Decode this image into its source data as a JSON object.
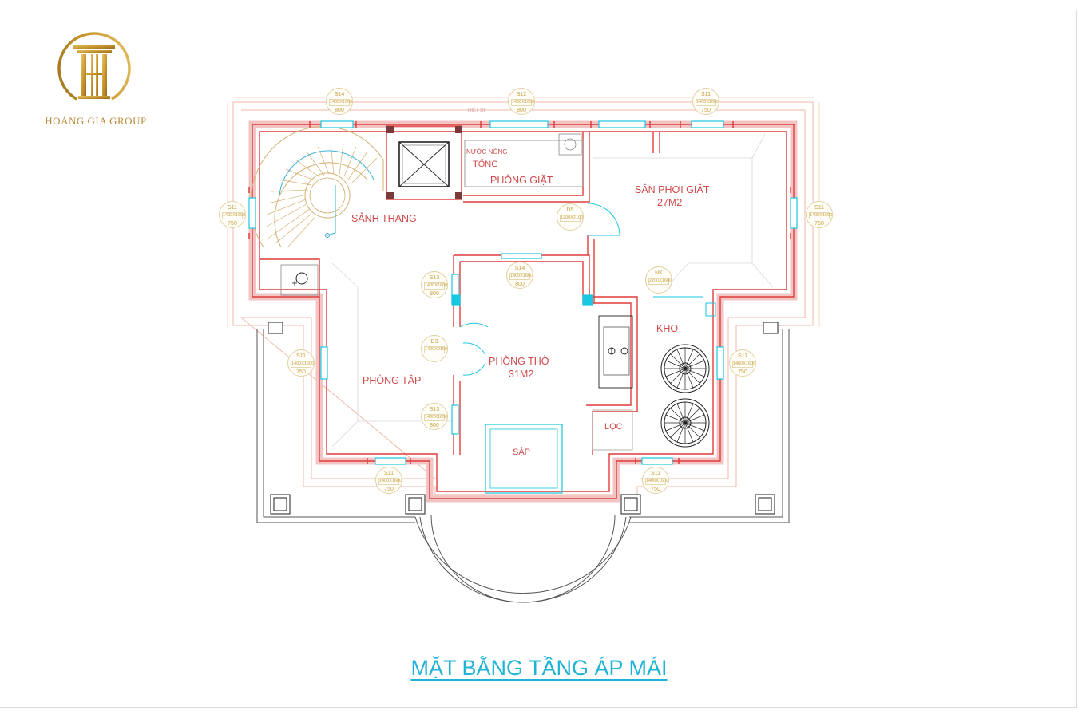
{
  "brand": {
    "name": "HOÀNG GIA GROUP",
    "gold": "#c9982f"
  },
  "colors": {
    "wall": "#e03c3c",
    "wall_fill": "#f7c9c9",
    "outline": "#333333",
    "cyan": "#18c7e0",
    "stair": "#d4b070",
    "title": "#1fb3d6",
    "text": "#d04a4a"
  },
  "rooms": {
    "sanh_thang": "SẢNH THANG",
    "phong_giat": "PHÒNG GIẶT",
    "san_phoi_giat": "SÂN PHƠI GIẶT",
    "san_phoi_area": "27M2",
    "phong_tho": "PHÒNG THỜ",
    "phong_tho_area": "31M2",
    "phong_tap": "PHÒNG TẬP",
    "kho": "KHO",
    "loc": "LỌC",
    "sap": "SẬP",
    "nuoc_nong_1": "NƯỚC NÓNG",
    "nuoc_nong_2": "TỔNG"
  },
  "notes": {
    "hiet_dt": "HIỆT ĐỊ"
  },
  "tags": [
    {
      "code": "S14",
      "mid": "1400X1600",
      "bot": "800"
    },
    {
      "code": "S12",
      "mid": "1400X1600",
      "bot": "800"
    },
    {
      "code": "S11",
      "mid": "1400X1600",
      "bot": "750"
    },
    {
      "code": "S11",
      "mid": "1400X1600",
      "bot": "750"
    },
    {
      "code": "S11",
      "mid": "1400X1600",
      "bot": "750"
    },
    {
      "code": "D5",
      "mid": "1200X2100",
      "bot": ""
    },
    {
      "code": "S14",
      "mid": "1400X1600",
      "bot": "800"
    },
    {
      "code": "S13",
      "mid": "1400X1600",
      "bot": "800"
    },
    {
      "code": "NK",
      "mid": "2200X1600",
      "bot": ""
    },
    {
      "code": "D3",
      "mid": "1400X2100",
      "bot": ""
    },
    {
      "code": "S11",
      "mid": "1400X1600",
      "bot": "750"
    },
    {
      "code": "S11",
      "mid": "1400X1600",
      "bot": "750"
    },
    {
      "code": "S13",
      "mid": "1400X1600",
      "bot": "800"
    },
    {
      "code": "S11",
      "mid": "1400X1600",
      "bot": "750"
    },
    {
      "code": "S11",
      "mid": "1400X1600",
      "bot": "750"
    }
  ],
  "title": "MẶT BẰNG TẦNG ÁP MÁI"
}
